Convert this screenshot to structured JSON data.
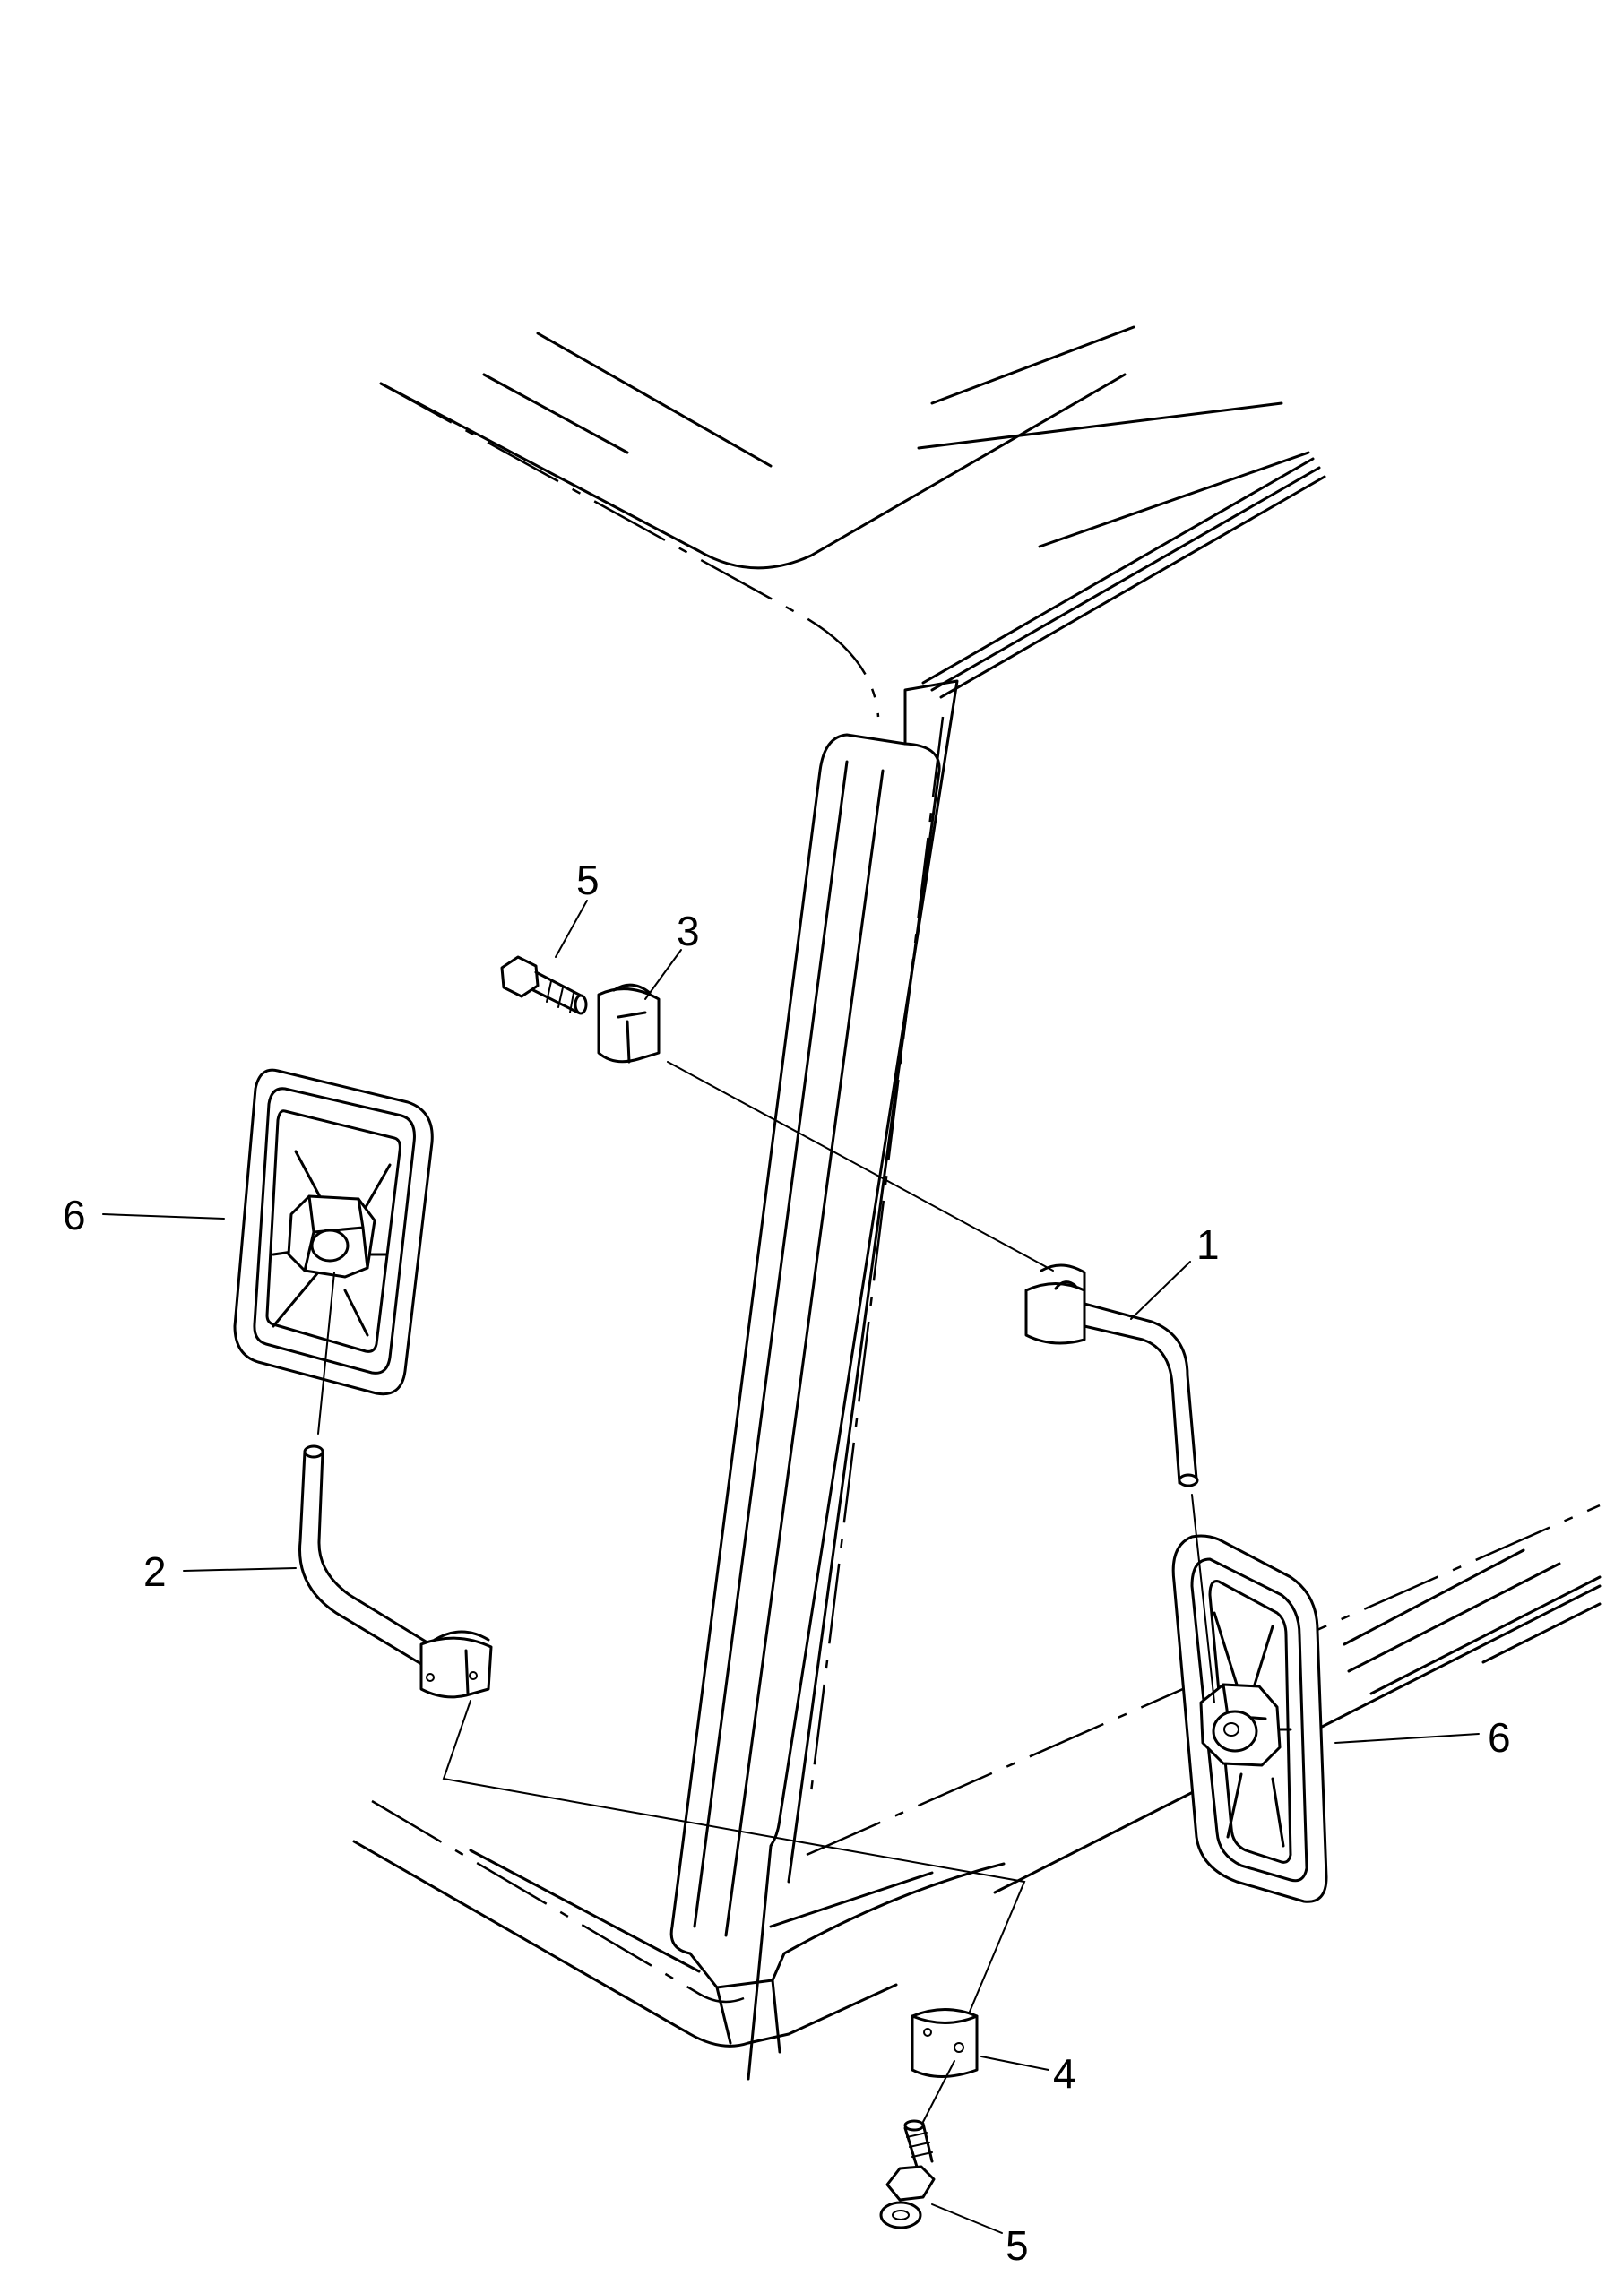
{
  "callouts": {
    "label_1": "1",
    "label_2": "2",
    "label_3": "3",
    "label_4": "4",
    "label_5_upper": "5",
    "label_5_lower": "5",
    "label_6_left": "6",
    "label_6_right": "6"
  }
}
